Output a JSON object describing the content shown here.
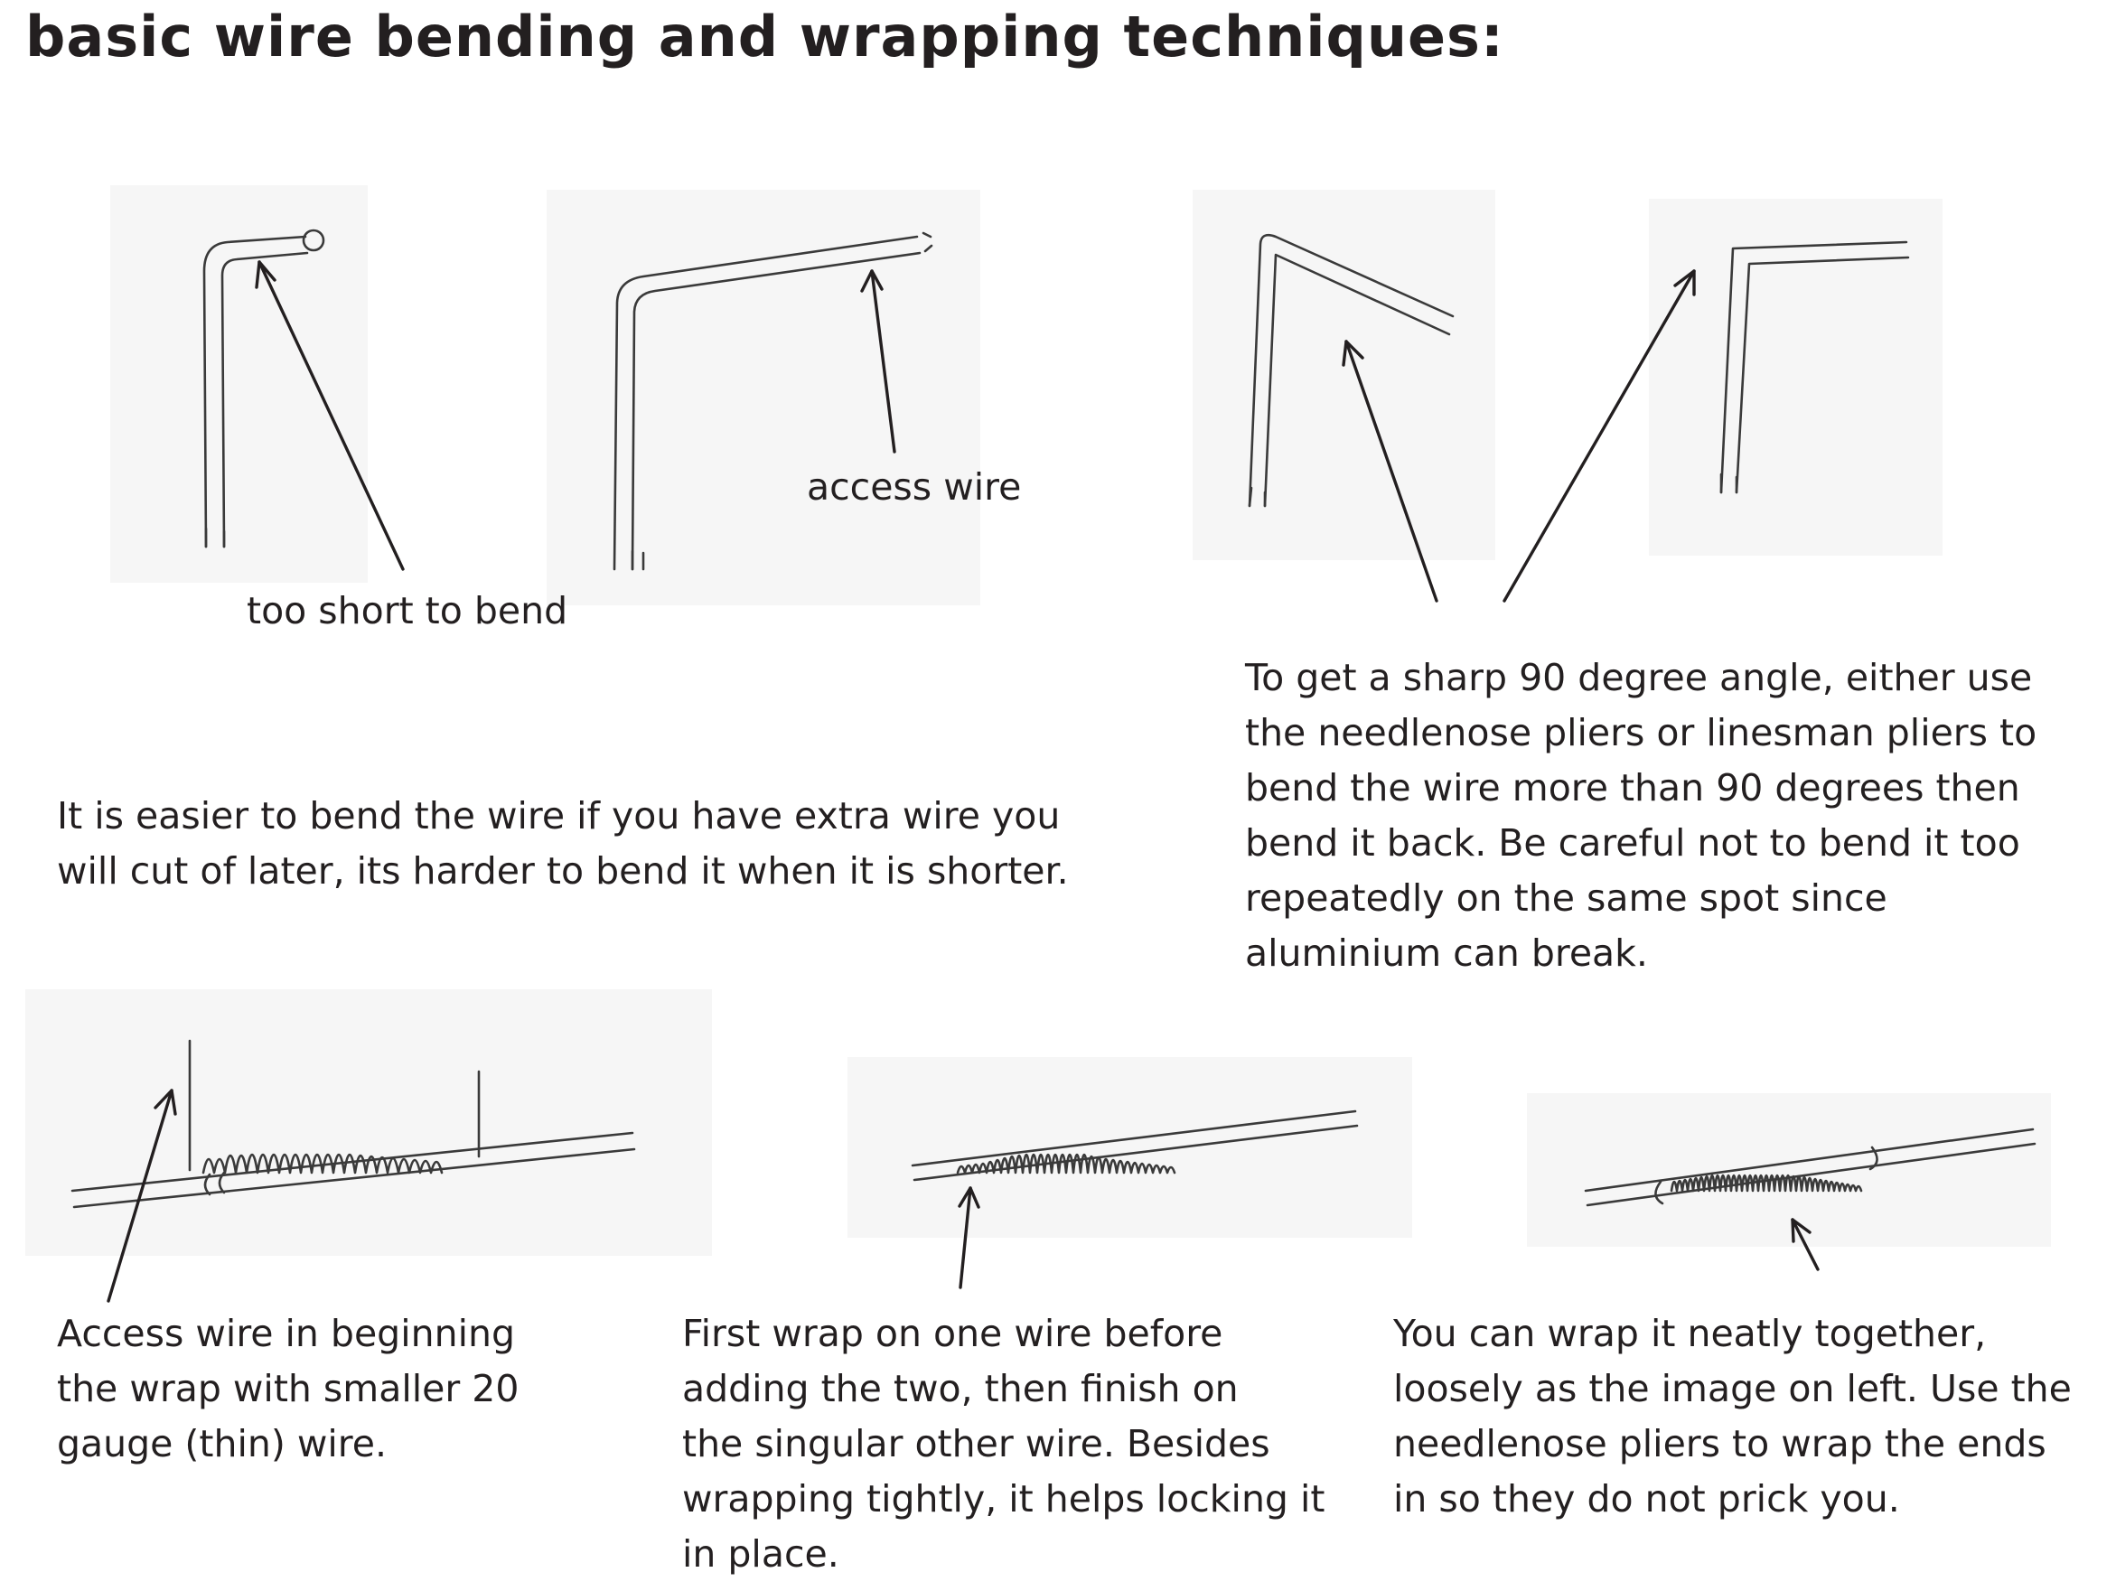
{
  "page": {
    "title": "basic wire bending and wrapping techniques:"
  },
  "labels": {
    "too_short": "too short to bend",
    "access_wire": "access wire"
  },
  "paragraphs": {
    "extra_wire": "It is easier to bend the wire if you have extra wire you\nwill cut of later, its harder to bend it when it is shorter.",
    "sharp_angle": "To get a sharp 90 degree angle, either use\nthe needlenose pliers or linesman pliers to\nbend the wire more than 90 degrees then\nbend it back. Be careful not to bend it too\nrepeatedly on the same spot since\naluminium can break.",
    "access_wire_wrap": "Access wire in beginning\nthe wrap with smaller 20\ngauge (thin) wire.",
    "first_wrap": "First wrap on one wire before\nadding the two, then finish on\nthe singular other wire. Besides\nwrapping tightly, it helps locking it\nin place.",
    "neat_wrap": "You can wrap it neatly together,\nloosely as the image on left. Use the\nneedlenose pliers to wrap the ends\nin so they do not prick you."
  },
  "colors": {
    "ink": "#231f20",
    "pencil": "#3a3a3a",
    "sketch_background": "#f6f6f6"
  }
}
